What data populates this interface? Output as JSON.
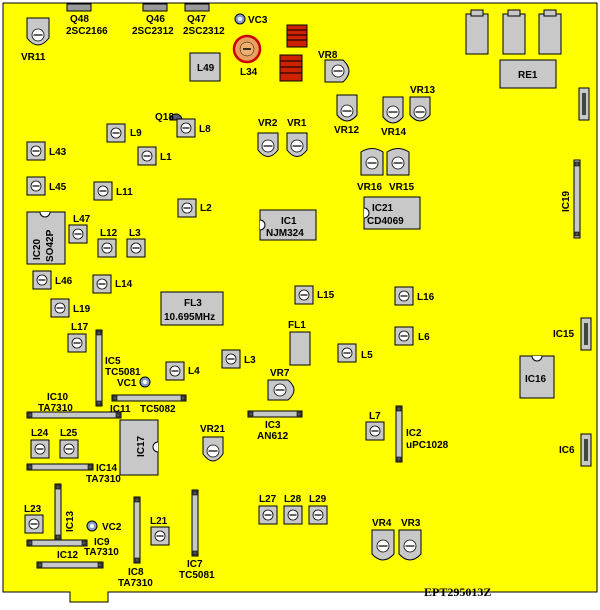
{
  "board": {
    "code": "EPT295013Z",
    "board_color": "#ffff00",
    "part_color": "#c8c8c8"
  },
  "labels": {
    "q48": "Q48",
    "q48_type": "2SC2166",
    "q46": "Q46",
    "q46_type": "2SC2312",
    "q47": "Q47",
    "q47_type": "2SC2312",
    "vc3": "VC3",
    "vr11": "VR11",
    "l34": "L34",
    "l49": "L49",
    "re1": "RE1",
    "vr8": "VR8",
    "vr12": "VR12",
    "vr14": "VR14",
    "vr13": "VR13",
    "q18": "Q18",
    "l9": "L9",
    "l8": "L8",
    "l43": "L43",
    "l1": "L1",
    "vr2": "VR2",
    "vr1": "VR1",
    "vr16": "VR16",
    "vr15": "VR15",
    "l45": "L45",
    "l11": "L11",
    "l2": "L2",
    "ic1": "IC1",
    "ic1_type": "NJM324",
    "ic21": "IC21",
    "ic21_type": "CD4069",
    "ic19": "IC19",
    "ic20": "IC20",
    "ic20_type": "SO42P",
    "l47": "L47",
    "l12": "L12",
    "l3a": "L3",
    "l46": "L46",
    "l14": "L14",
    "l15": "L15",
    "l16": "L16",
    "fl3": "FL3",
    "fl3_freq": "10.695MHz",
    "l19": "L19",
    "l17": "L17",
    "ic5": "IC5",
    "ic5_type": "TC5081",
    "fl1": "FL1",
    "l6": "L6",
    "ic15": "IC15",
    "l3b": "L3",
    "l5": "L5",
    "l4": "L4",
    "vc1": "VC1",
    "vr7": "VR7",
    "ic16": "IC16",
    "ic10": "IC10",
    "ic10_type": "TA7310",
    "ic11": "IC11",
    "ic11_type": "TC5082",
    "ic3": "IC3",
    "ic3_type": "AN612",
    "l7": "L7",
    "ic2": "IC2",
    "ic2_type": "uPC1028",
    "l24": "L24",
    "l25": "L25",
    "ic17": "IC17",
    "vr21": "VR21",
    "ic6": "IC6",
    "ic14": "IC14",
    "ic14_type": "TA7310",
    "l23": "L23",
    "ic13": "IC13",
    "vc2": "VC2",
    "ic9": "IC9",
    "ic9_type": "TA7310",
    "ic12": "IC12",
    "l21": "L21",
    "ic8": "IC8",
    "ic8_type": "TA7310",
    "ic7": "IC7",
    "ic7_type": "TC5081",
    "l27": "L27",
    "l28": "L28",
    "l29": "L29",
    "vr4": "VR4",
    "vr3": "VR3"
  }
}
